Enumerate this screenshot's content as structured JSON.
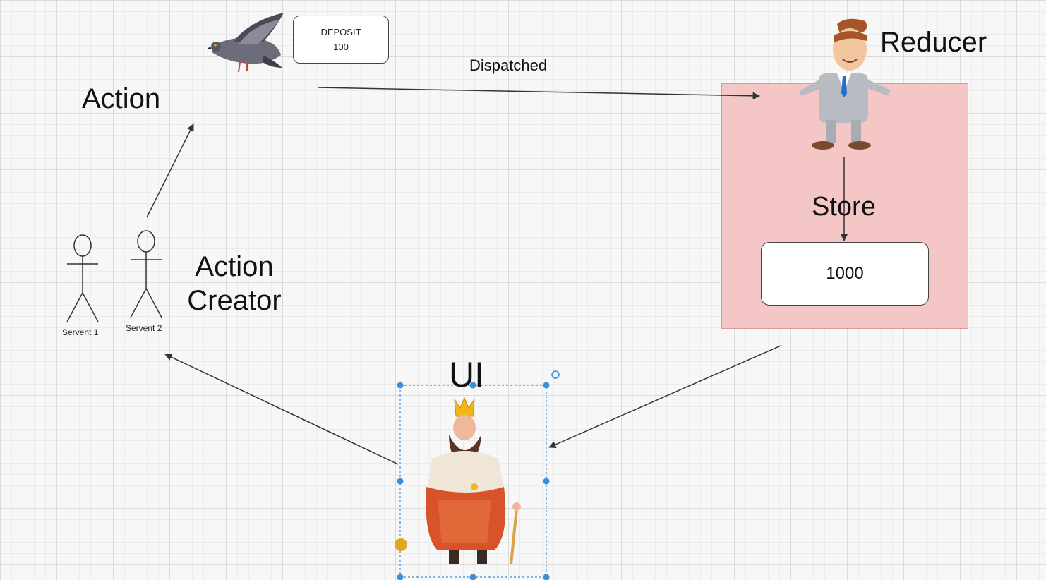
{
  "diagram": {
    "action_label": "Action",
    "action_creator_label": [
      "Action",
      "Creator"
    ],
    "servants": [
      "Servent 1",
      "Servent 2"
    ],
    "deposit_box": {
      "title": "DEPOSIT",
      "amount": "100"
    },
    "dispatched_label": "Dispatched",
    "reducer_label": "Reducer",
    "store_label": "Store",
    "store_value": "1000",
    "ui_label": "UI"
  },
  "colors": {
    "store_fill": "#f4c6c6",
    "selection": "#3b8fd9",
    "arrow": "#333333"
  },
  "icons": [
    "pigeon-icon",
    "businessman-icon",
    "king-icon",
    "stick-figure-icon"
  ]
}
